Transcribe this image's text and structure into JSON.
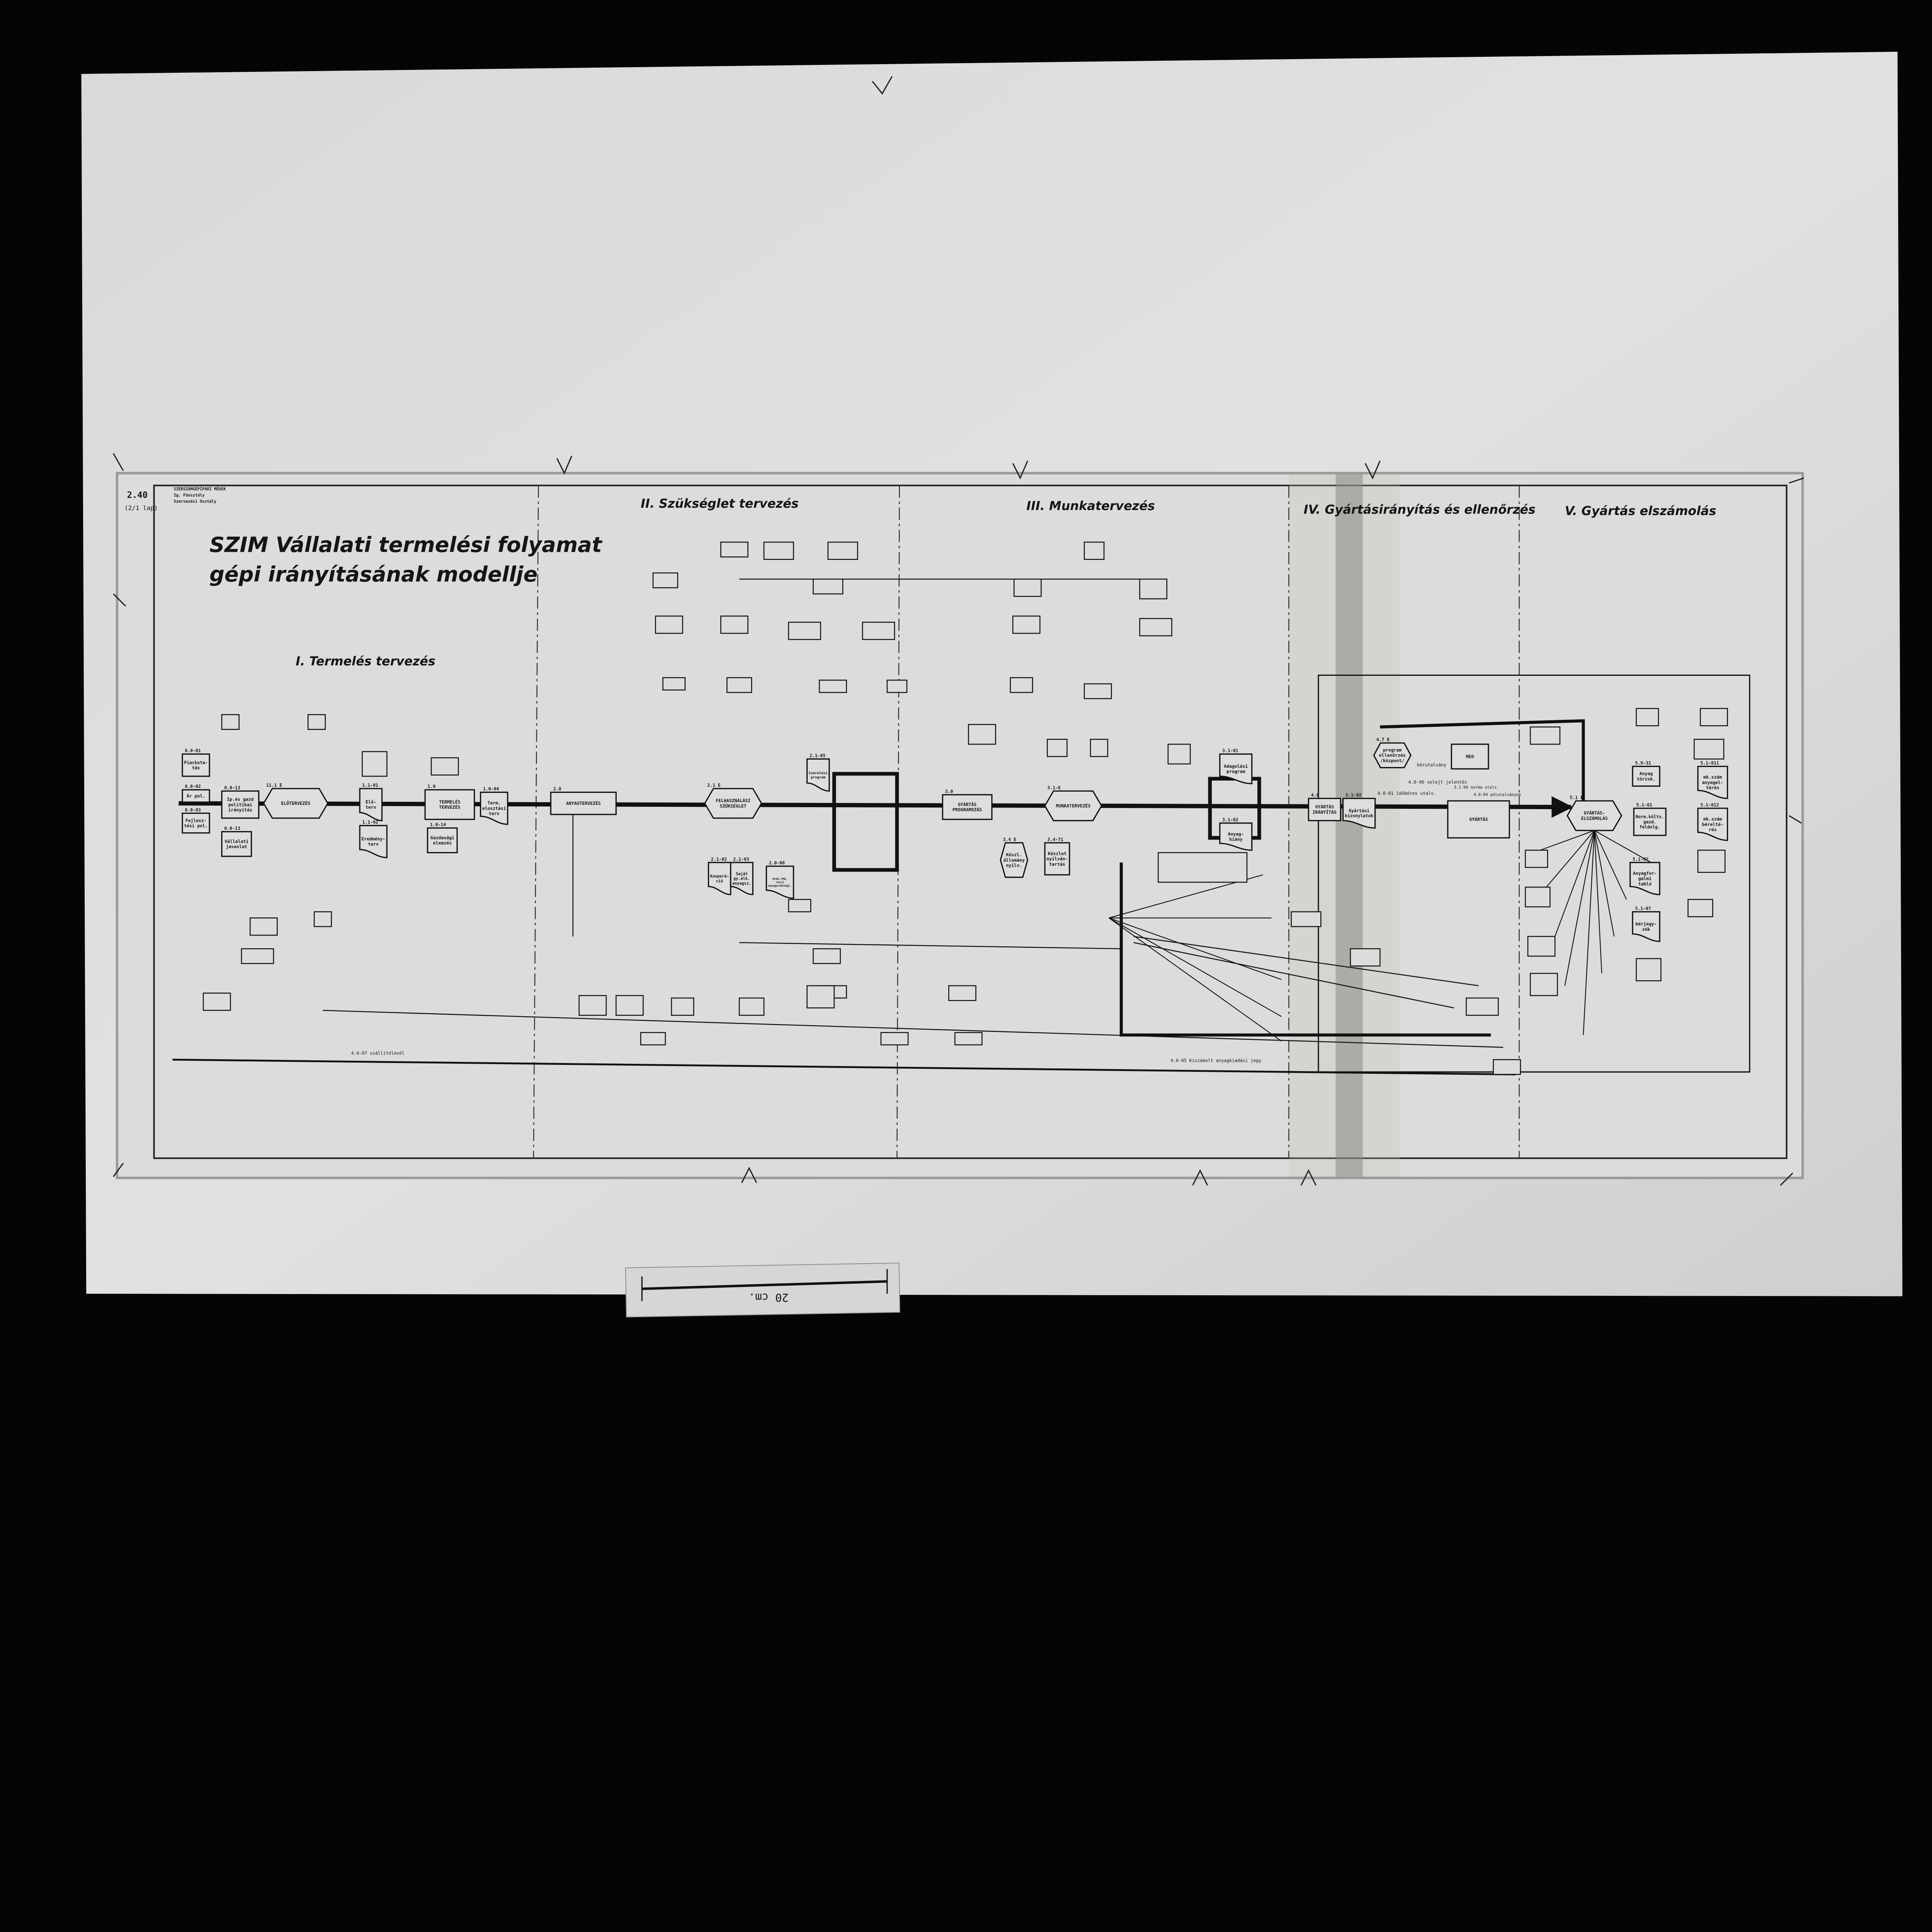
{
  "sheet": {
    "number": "2.40",
    "sheet_note": "(2/1 lap)",
    "organization": [
      "SZERSZÁMGÉPIPARI MŰVEK",
      "Ig. Főosztály",
      "Szervezési Osztály"
    ],
    "title_line1": "SZIM Vállalati termelési folyamat",
    "title_line2": "gépi irányításának modellje"
  },
  "sections": [
    {
      "label": "I. Termelés tervezés"
    },
    {
      "label": "II. Szükséglet tervezés"
    },
    {
      "label": "III. Munkatervezés"
    },
    {
      "label": "IV. Gyártásirányítás és ellenőrzés"
    },
    {
      "label": "V. Gyártás elszámolás"
    }
  ],
  "nodes": [
    {
      "code": "0.0-13",
      "label": [
        "Ip.és gazd",
        "politikai",
        "irányítás"
      ],
      "shape": "rect"
    },
    {
      "code": "11.1 E",
      "label": [
        "ELŐTERVEZÉS"
      ],
      "shape": "hex"
    },
    {
      "code": "1.1-01",
      "label": [
        "Elő-",
        "terv"
      ],
      "shape": "doc"
    },
    {
      "code": "1.0",
      "label": [
        "TERMELÉS",
        "TERVEZÉS"
      ],
      "shape": "rect"
    },
    {
      "code": "1.0-04",
      "label": [
        "Term.",
        "elosztási",
        "terv"
      ],
      "shape": "doc"
    },
    {
      "code": "2.0",
      "label": [
        "ANYAGTERVEZÉS"
      ],
      "shape": "rect"
    },
    {
      "code": "2.1 E",
      "label": [
        "FELHASZNÁLÁSI",
        "SZÜKSÉGLET"
      ],
      "shape": "hex"
    },
    {
      "code": "2.1-05",
      "label": [
        "Szerelési",
        "program"
      ],
      "shape": "doc"
    },
    {
      "code": "3.0",
      "label": [
        "GYÁRTÁS",
        "PROGRAMOZÁS"
      ],
      "shape": "rect"
    },
    {
      "code": "3.1-E",
      "label": [
        "MUNKATERVEZÉS"
      ],
      "shape": "hex"
    },
    {
      "code": "3.1-01",
      "label": [
        "Adagolási",
        "program"
      ],
      "shape": "doc"
    },
    {
      "code": "3.1-02",
      "label": [
        "Anyag-",
        "hiány"
      ],
      "shape": "doc"
    },
    {
      "code": "4.0",
      "label": [
        "GYÁRTÁS",
        "IRÁNYÍTÁS"
      ],
      "shape": "rect"
    },
    {
      "code": "3.1-92",
      "label": [
        "Gyártási",
        "bizonylatok"
      ],
      "shape": "doc"
    },
    {
      "code": "4.7 E",
      "label": [
        "program",
        "ellenőrzés",
        "/központ/"
      ],
      "shape": "hex"
    },
    {
      "code": "",
      "label": [
        "MEO"
      ],
      "shape": "rect"
    },
    {
      "code": "",
      "label": [
        "GYÁRTÁS"
      ],
      "shape": "rect"
    },
    {
      "code": "5.1 E",
      "label": [
        "GYÁRTÁS-",
        "ELSZÁMOLÁS"
      ],
      "shape": "hex"
    },
    {
      "code": "5.1-01",
      "label": [
        "Norm.költs.",
        "gazd.",
        "feldolg."
      ],
      "shape": "rect"
    },
    {
      "code": "5.9-31",
      "label": [
        "Anyag",
        "törzsk."
      ],
      "shape": "rect"
    },
    {
      "code": "5.1-011",
      "label": [
        "mk.szám",
        "anyagel-",
        "térés"
      ],
      "shape": "doc"
    },
    {
      "code": "5.1-012",
      "label": [
        "mk.szám",
        "bérelté-",
        "rés"
      ],
      "shape": "doc"
    },
    {
      "code": "5.1-02",
      "label": [
        "Anyagfor-",
        "galmi",
        "tabló"
      ],
      "shape": "doc"
    },
    {
      "code": "1.0-14",
      "label": [
        "Gazdasági",
        "elemzés"
      ],
      "shape": "rect"
    },
    {
      "code": "0.0-13",
      "label": [
        "Vállalati",
        "javaslat"
      ],
      "shape": "rect"
    },
    {
      "code": "1.1-02",
      "label": [
        "Eredmény-",
        "terv"
      ],
      "shape": "doc"
    },
    {
      "code": "3.4 E",
      "label": [
        "Készl.",
        "állomány",
        "nyilv."
      ],
      "shape": "hex"
    },
    {
      "code": "3.4-71",
      "label": [
        "Készlet",
        "nyilván-",
        "tartás"
      ],
      "shape": "rect"
    },
    {
      "code": "2.1-02",
      "label": [
        "Kooperá-",
        "ció"
      ],
      "shape": "doc"
    },
    {
      "code": "2.1-03",
      "label": [
        "Saját",
        "gy.alk.",
        "anyagsz."
      ],
      "shape": "doc"
    },
    {
      "code": "2.0-06",
      "label": [
        "GYGO,TMK,",
        "rezsi",
        "anyagszükségl."
      ],
      "shape": "doc"
    },
    {
      "code": "0.0-01",
      "label": [
        "Piackuta-",
        "tás"
      ],
      "shape": "rect"
    },
    {
      "code": "0.0-02",
      "label": [
        "Ár pol."
      ],
      "shape": "rect"
    },
    {
      "code": "0.0-03",
      "label": [
        "Fejlesz-",
        "tési pol."
      ],
      "shape": "rect"
    },
    {
      "code": "5.1-07",
      "label": [
        "bérjegy-",
        "zék"
      ],
      "shape": "doc"
    }
  ],
  "flow_labels": [
    "bérutalvány",
    "4.0-06 selejt jelentés",
    "4.0-01 időbéres utalv.",
    "3.1-94 norma utalv.",
    "4.0-04 pótutalványok",
    "4.0-07 szállítólevél",
    "4.0-05 Kiszámolt anyagkiadási jegy"
  ],
  "scale_bar": {
    "label": "20 cm."
  }
}
